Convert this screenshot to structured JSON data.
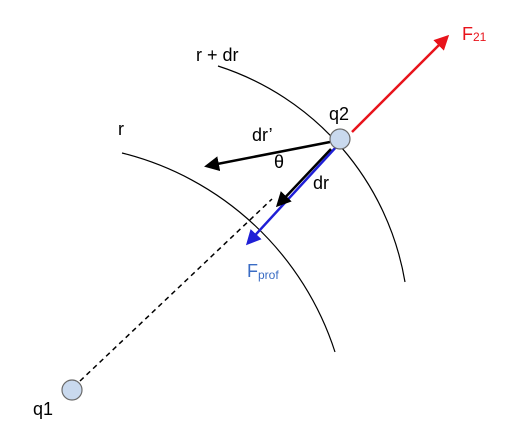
{
  "labels": {
    "r_plus_dr": "r + dr",
    "r": "r",
    "q2": "q2",
    "q1": "q1",
    "dr_prime": "dr’",
    "theta": "θ",
    "dr": "dr",
    "f21_main": "F",
    "f21_sub": "21",
    "fprof_main": "F",
    "fprof_sub": "prof"
  },
  "colors": {
    "background": "#ffffff",
    "line": "#000000",
    "f21": "#e8131b",
    "fprof": "#1f1fd6",
    "fprof_label": "#3a6cc4",
    "charge_fill": "#c9d9ee",
    "charge_stroke": "#6b6b6b"
  }
}
